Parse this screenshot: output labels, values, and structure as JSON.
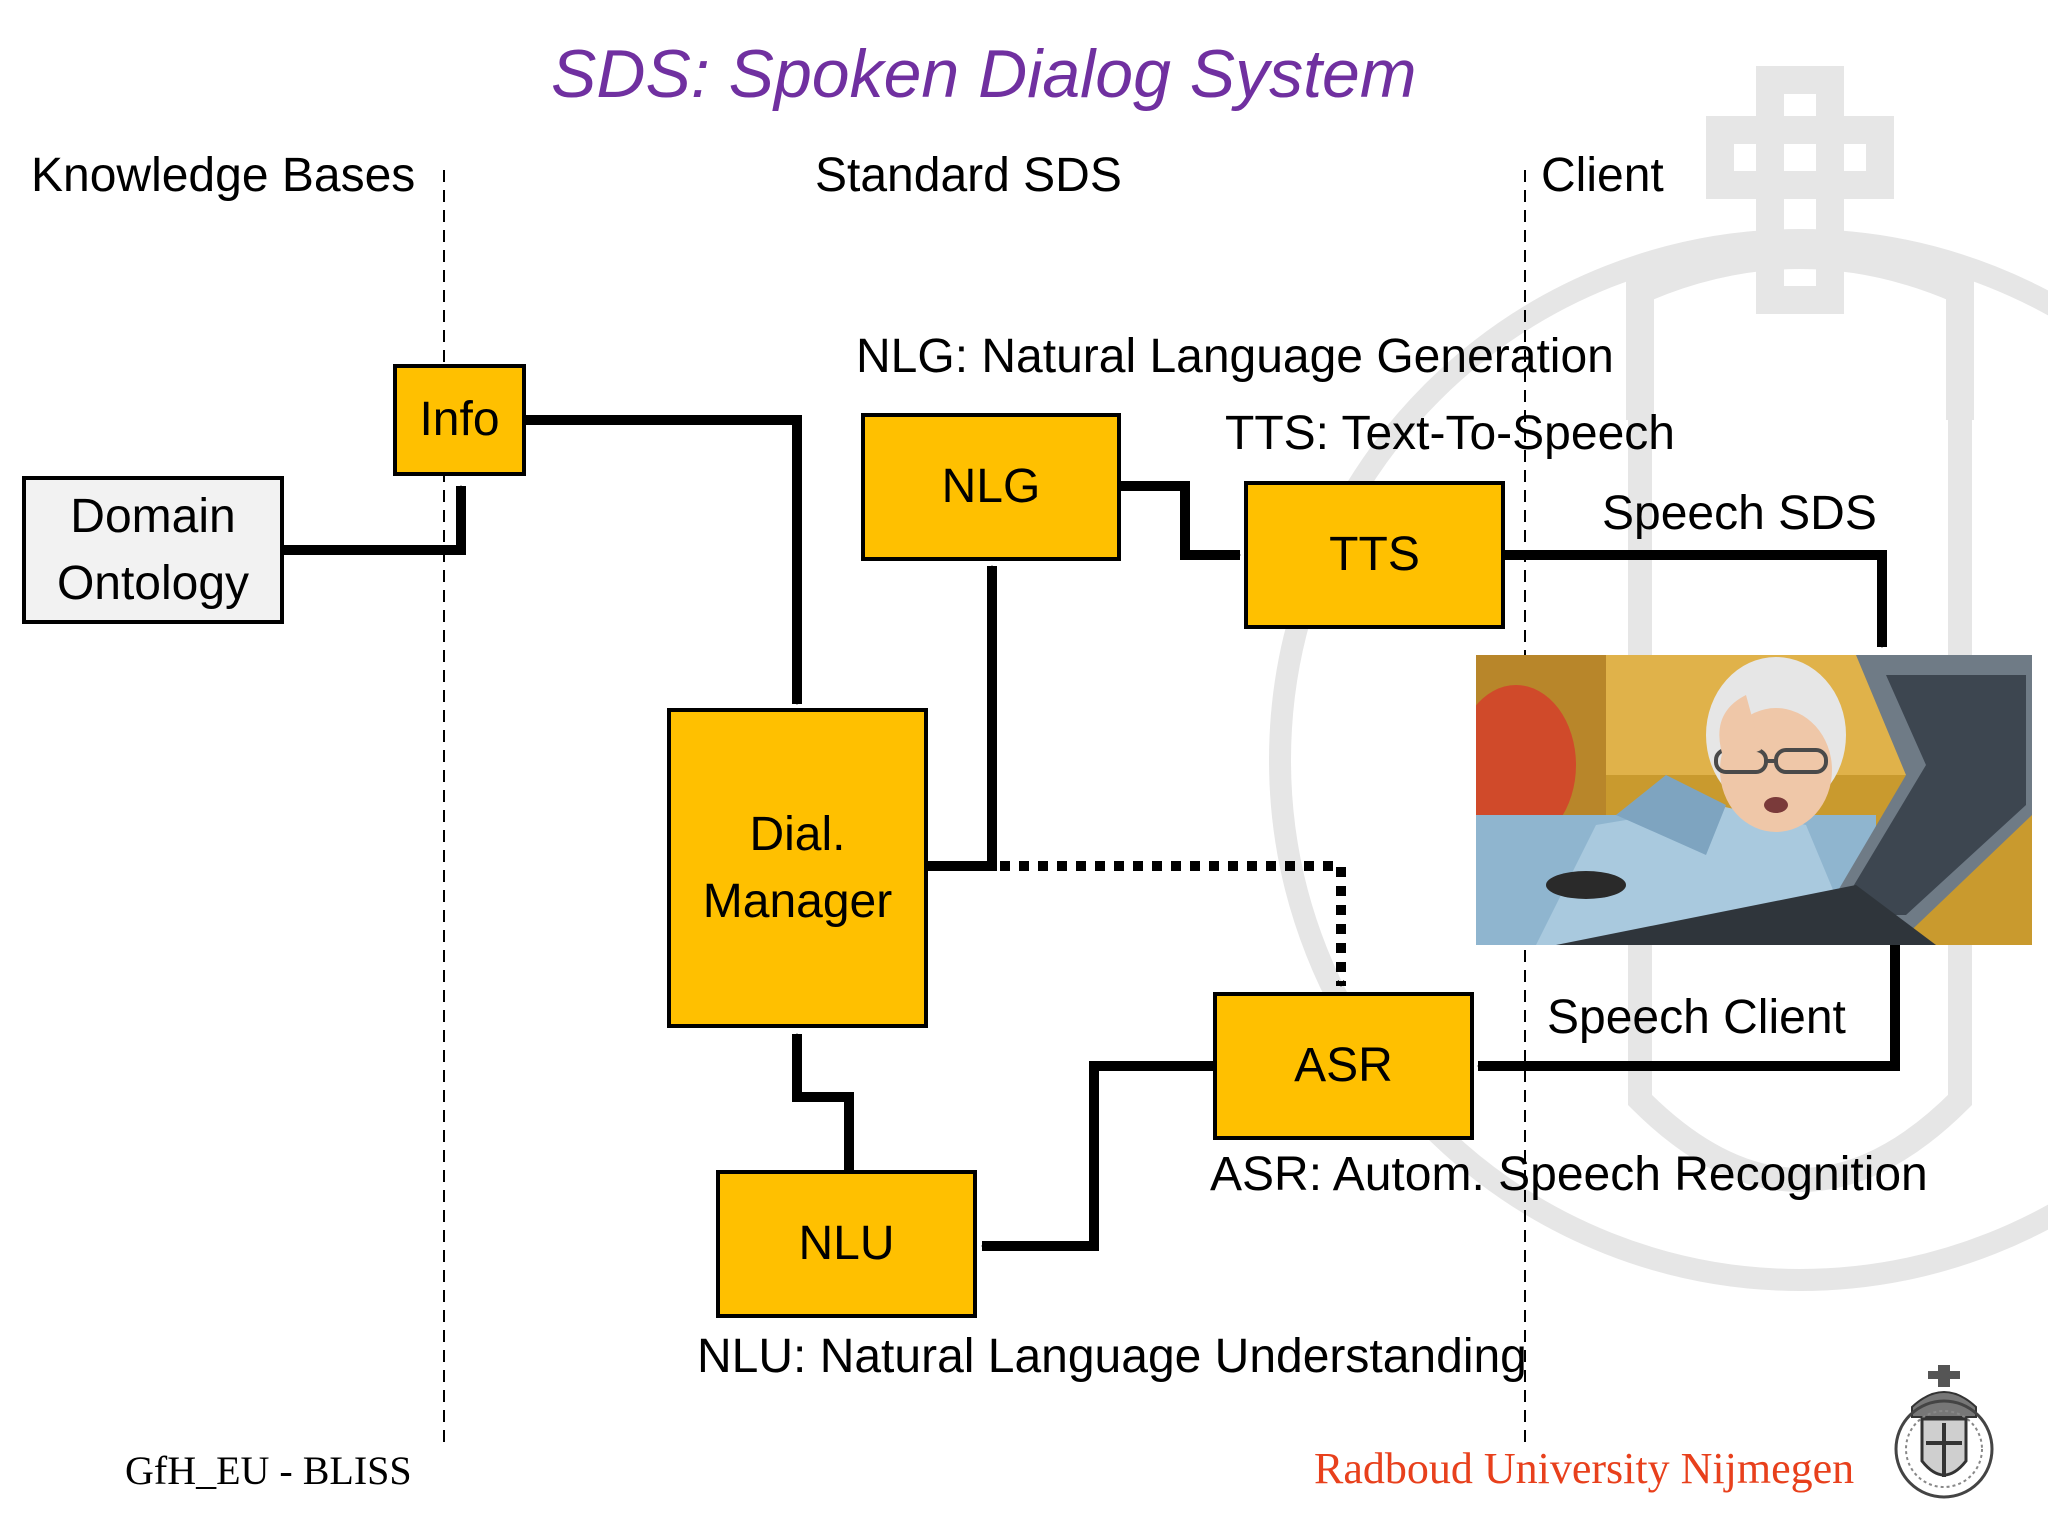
{
  "title": "SDS: Spoken Dialog System",
  "columns": {
    "knowledge": "Knowledge Bases",
    "standard": "Standard SDS",
    "client": "Client"
  },
  "boxes": {
    "domain_ontology": [
      "Domain",
      "Ontology"
    ],
    "info": "Info",
    "dial_manager": [
      "Dial.",
      "Manager"
    ],
    "nlg": "NLG",
    "tts": "TTS",
    "asr": "ASR",
    "nlu": "NLU"
  },
  "annotations": {
    "nlg": "NLG: Natural Language Generation",
    "tts": "TTS: Text-To-Speech",
    "speech_sds": "Speech SDS",
    "speech_client": "Speech Client",
    "asr": "ASR: Autom. Speech Recognition",
    "nlu": "NLU: Natural Language Understanding"
  },
  "footer": {
    "left": "GfH_EU - BLISS",
    "right": "Radboud University Nijmegen"
  },
  "colors": {
    "title": "#7030a0",
    "box_fill": "#ffc000",
    "ontology_fill": "#f2f2f2",
    "footer_right": "#e8401c",
    "watermark": "#e6e6e6"
  },
  "icons": {
    "photo": "elderly-woman-at-laptop-photo",
    "crest": "university-crest-icon",
    "watermark": "university-seal-watermark"
  }
}
